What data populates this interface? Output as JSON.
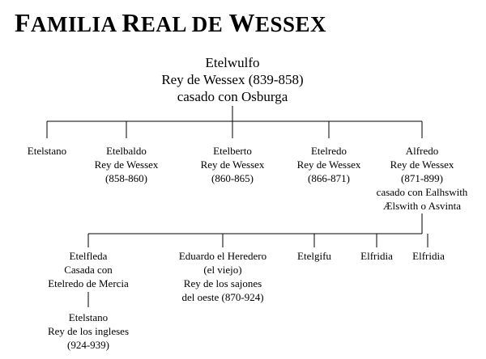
{
  "title": {
    "part1_initial": "F",
    "part1_rest": "AMILIA ",
    "part2_initial": "R",
    "part2_rest": "EAL DE ",
    "part3_initial": "W",
    "part3_rest": "ESSEX"
  },
  "root": {
    "name": "Etelwulfo",
    "title": "Rey de Wessex (839-858)",
    "spouse": "casado con Osburga"
  },
  "children": [
    {
      "name": "Etelstano"
    },
    {
      "name": "Etelbaldo",
      "line2": "Rey de Wessex",
      "line3": "(858-860)"
    },
    {
      "name": "Etelberto",
      "line2": "Rey de Wessex",
      "line3": "(860-865)"
    },
    {
      "name": "Etelredo",
      "line2": "Rey de Wessex",
      "line3": "(866-871)"
    },
    {
      "name": "Alfredo",
      "line2": "Rey de Wessex",
      "line3": "(871-899)",
      "line4": "casado con Ealhswith",
      "line5": "Ælswith o Asvinta"
    }
  ],
  "grandchildren": [
    {
      "name": "Etelfleda",
      "line2": "Casada con",
      "line3": "Etelredo de Mercia"
    },
    {
      "name": "Eduardo el Heredero",
      "line2": "(el viejo)",
      "line3": "Rey de los sajones",
      "line4": "del oeste (870-924)"
    },
    {
      "name": "Etelgifu"
    },
    {
      "name": "Elfridia"
    },
    {
      "name": "Elfridia"
    }
  ],
  "great_grandchild": {
    "name": "Etelstano",
    "line2": "Rey de los ingleses",
    "line3": "(924-939)"
  }
}
